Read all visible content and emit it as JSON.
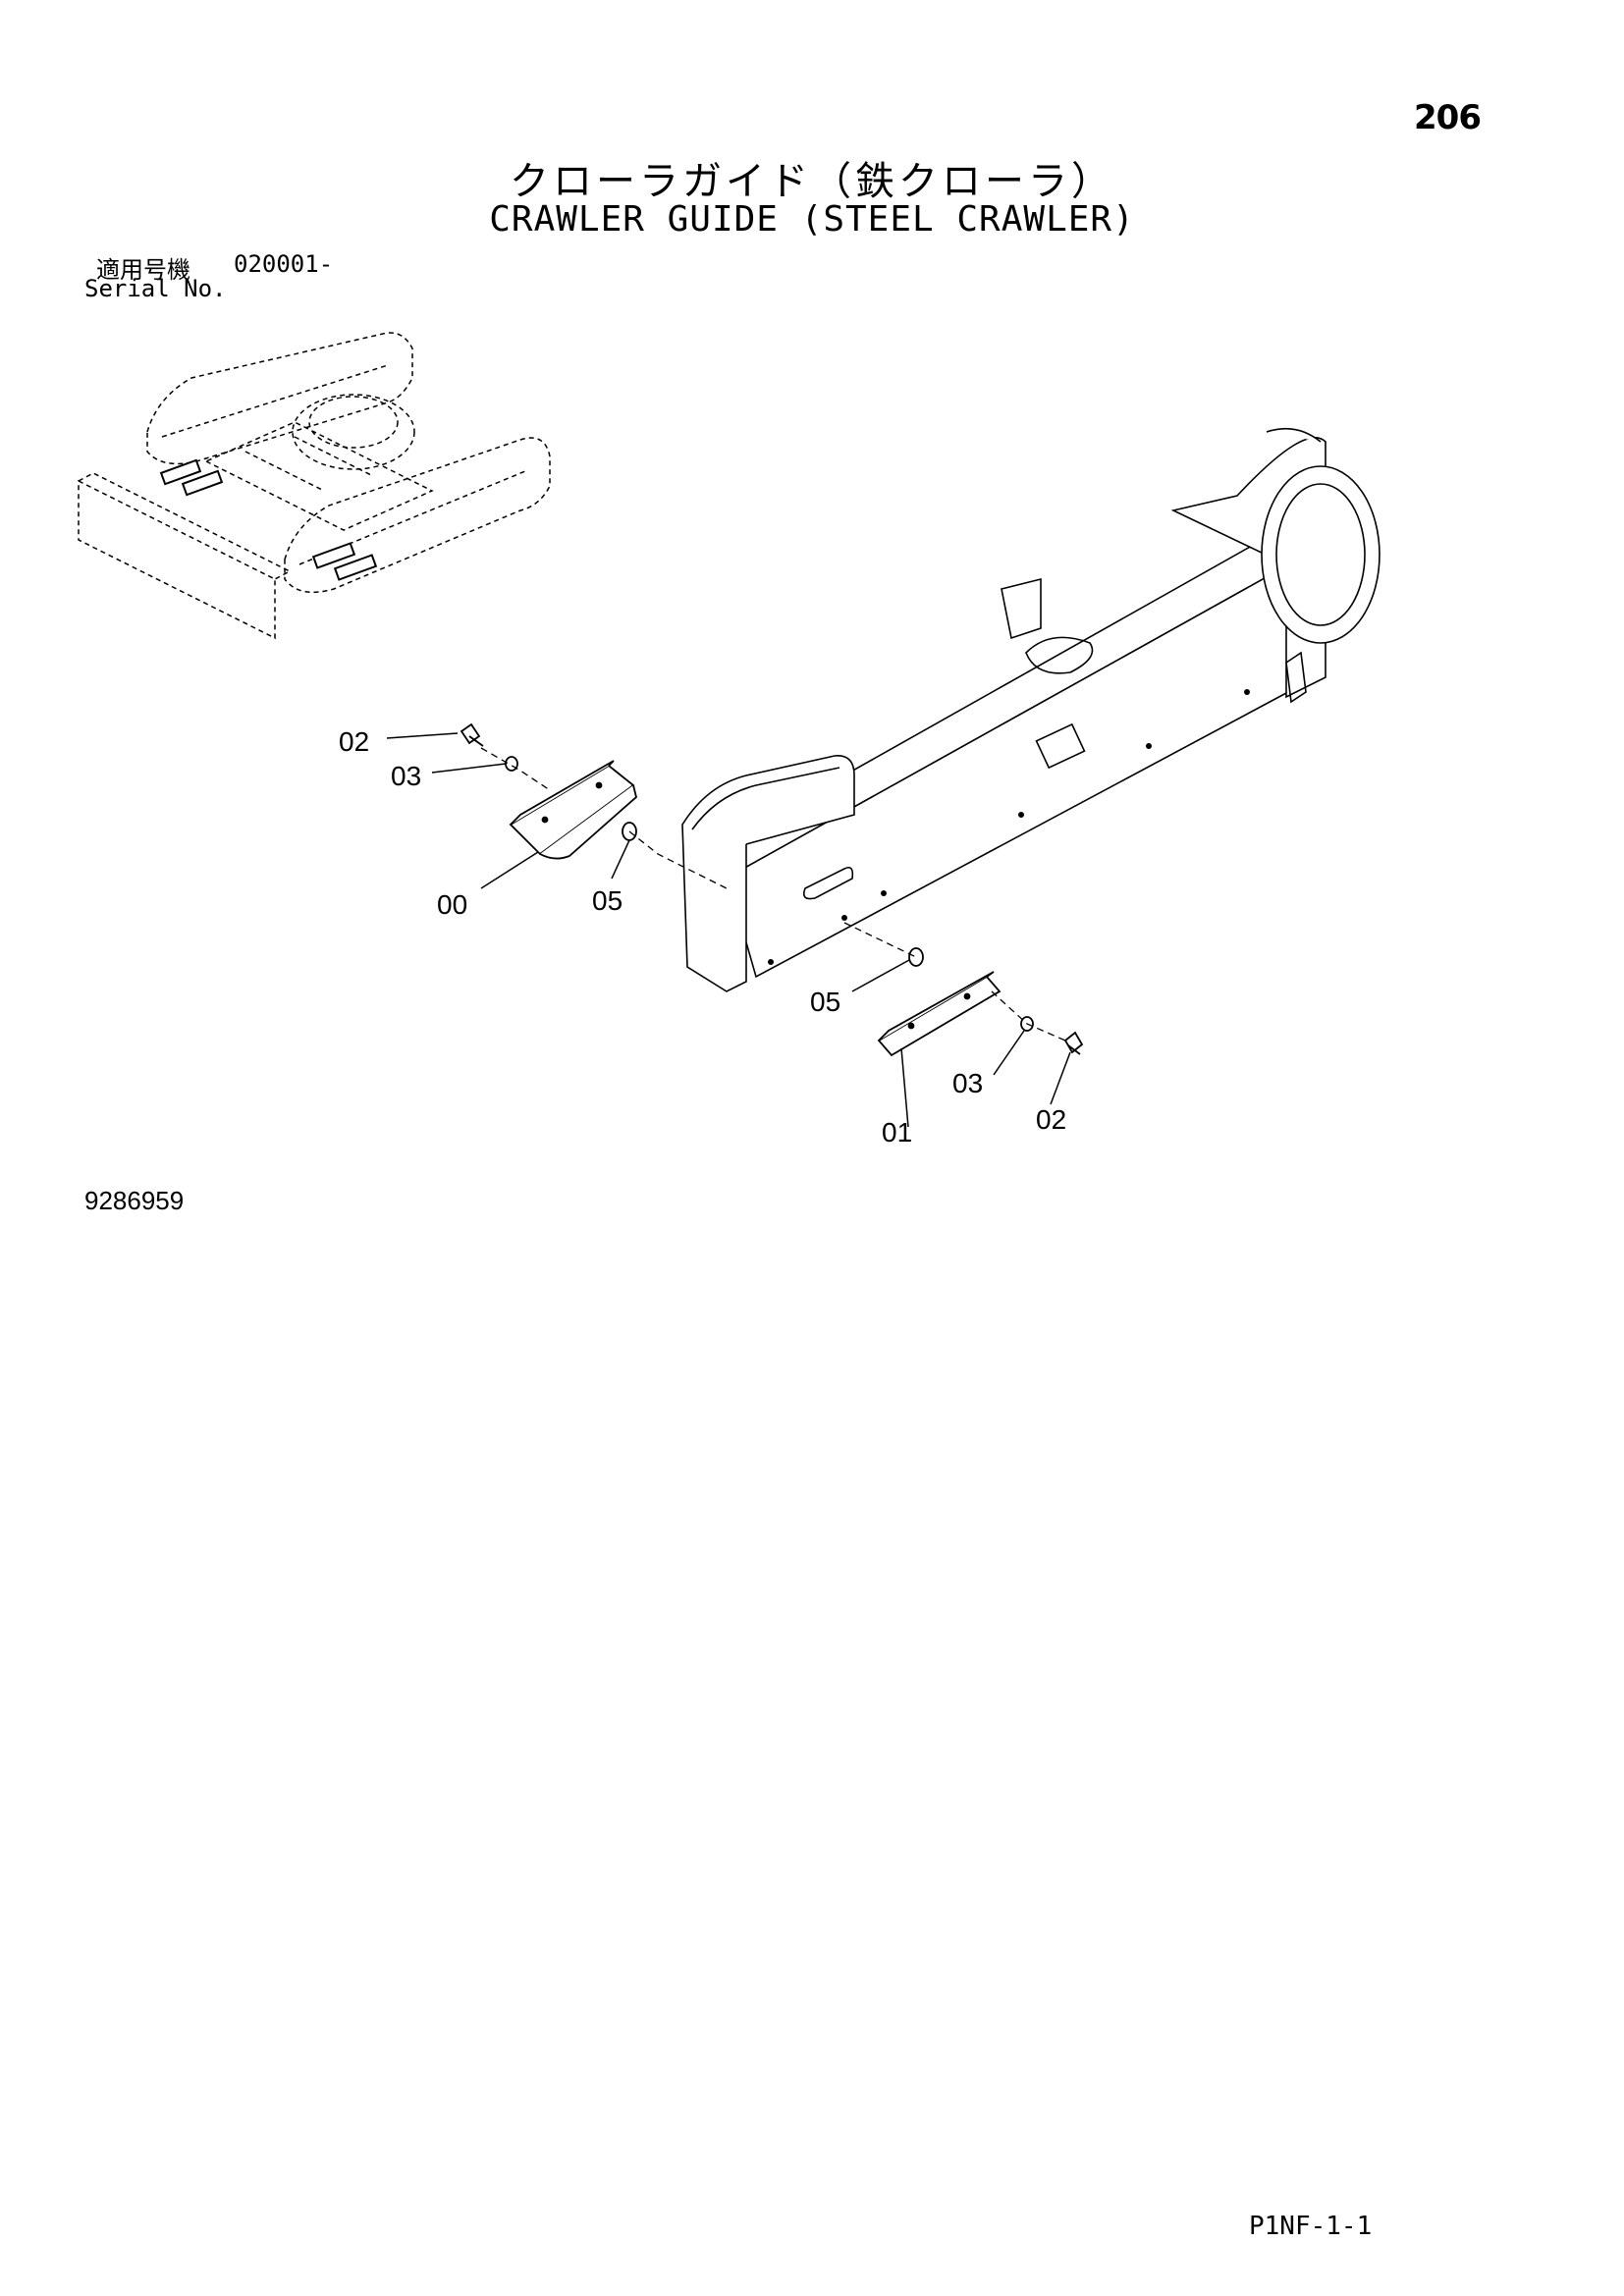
{
  "header": {
    "page_number": "206",
    "title_ja": "クローラガイド（鉄クローラ）",
    "title_en": "CRAWLER GUIDE (STEEL CRAWLER)"
  },
  "serial": {
    "label_ja": "適用号機",
    "label_en": "Serial No.",
    "value": "020001-"
  },
  "callouts": {
    "upper_02": "02",
    "upper_03": "03",
    "upper_00": "00",
    "upper_05": "05",
    "lower_05": "05",
    "lower_03": "03",
    "lower_01": "01",
    "lower_02": "02"
  },
  "footer": {
    "drawing_number": "9286959",
    "page_code": "P1NF-1-1"
  },
  "colors": {
    "line": "#000000",
    "background": "#ffffff"
  }
}
